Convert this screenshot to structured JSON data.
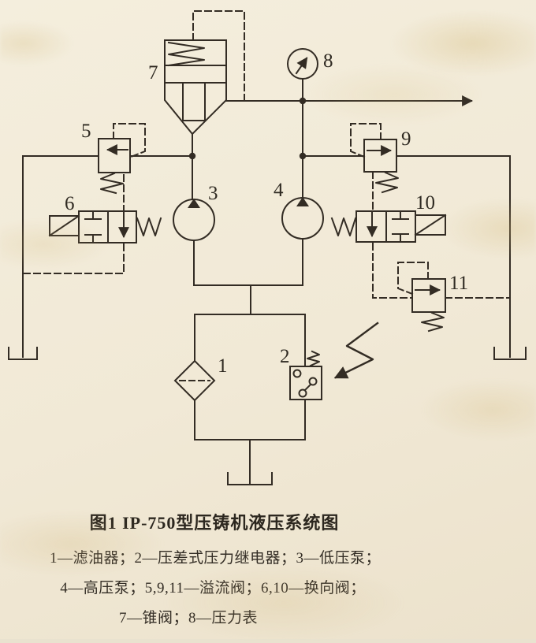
{
  "figure": {
    "title": "图1 IP-750型压铸机液压系统图",
    "caption_lines": [
      "1—滤油器；2—压差式压力继电器；3—低压泵；",
      "4—高压泵；5,9,11—溢流阀；6,10—换向阀；",
      "7—锥阀；8—压力表"
    ]
  },
  "labels": {
    "filter": "1",
    "pressure_relay": "2",
    "low_pressure_pump": "3",
    "high_pressure_pump": "4",
    "relief_valve_5": "5",
    "directional_valve_6": "6",
    "cone_valve": "7",
    "pressure_gauge": "8",
    "relief_valve_9": "9",
    "directional_valve_10": "10",
    "relief_valve_11": "11"
  },
  "legend": [
    {
      "num": "1",
      "name": "滤油器"
    },
    {
      "num": "2",
      "name": "压差式压力继电器"
    },
    {
      "num": "3",
      "name": "低压泵"
    },
    {
      "num": "4",
      "name": "高压泵"
    },
    {
      "num": "5,9,11",
      "name": "溢流阀"
    },
    {
      "num": "6,10",
      "name": "换向阀"
    },
    {
      "num": "7",
      "name": "锥阀"
    },
    {
      "num": "8",
      "name": "压力表"
    }
  ],
  "colors": {
    "paper": "#f1e9d6",
    "ink": "#332c24"
  }
}
